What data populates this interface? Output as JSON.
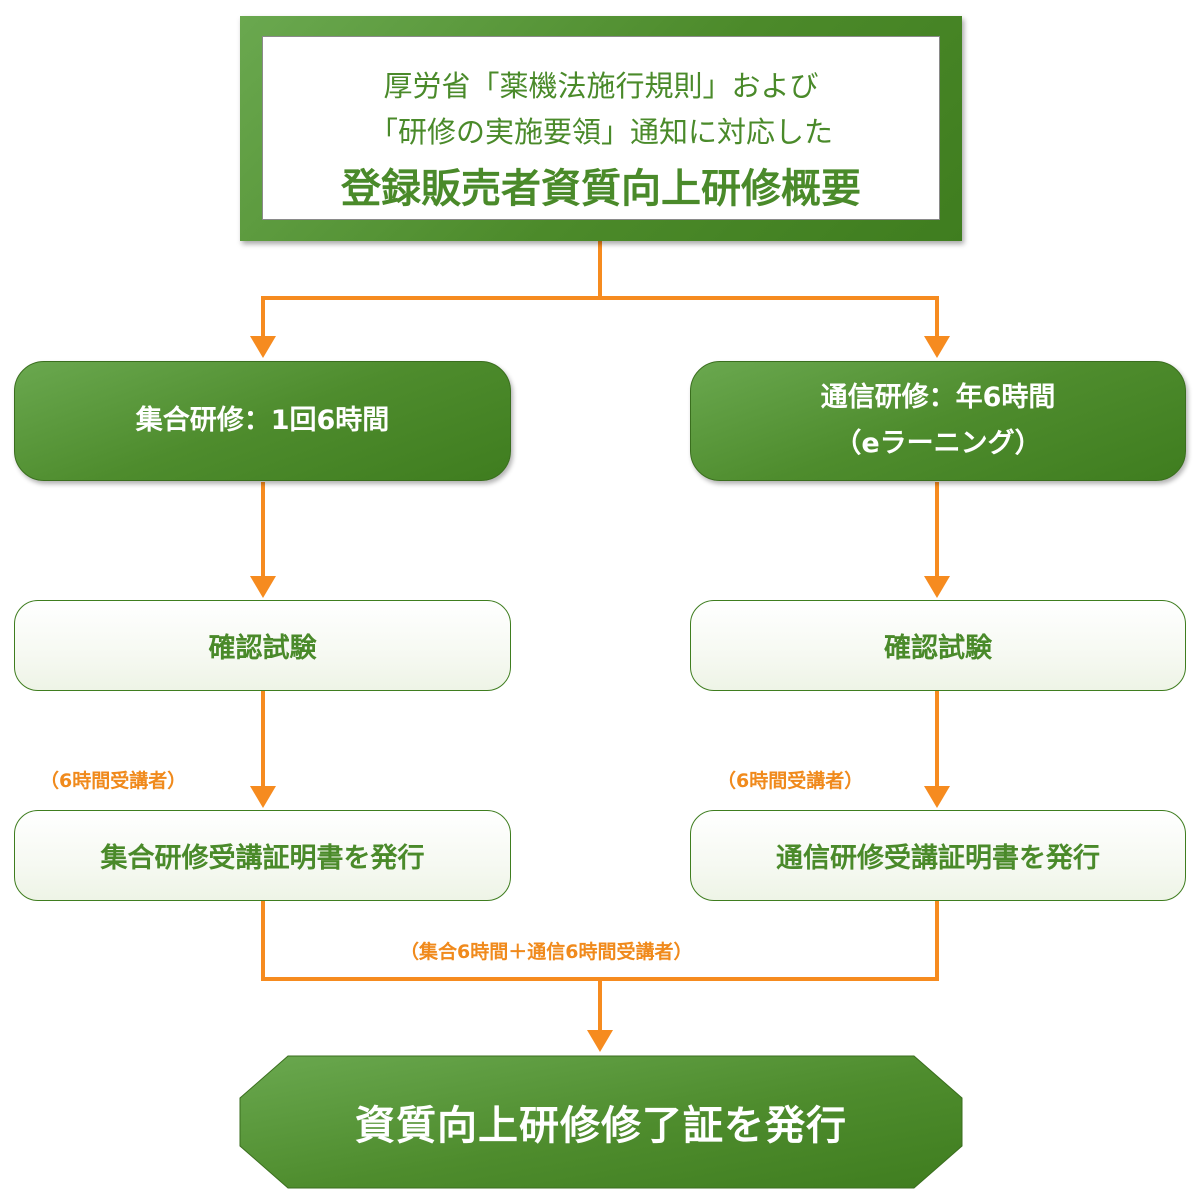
{
  "header": {
    "line1": "厚労省「薬機法施行規則」および",
    "line2": "「研修の実施要領」通知に対応した",
    "title": "登録販売者資質向上研修概要"
  },
  "left": {
    "course_label": "集合研修：1回6時間",
    "exam_label": "確認試験",
    "note": "（6時間受講者）",
    "certificate_label": "集合研修受講証明書を発行"
  },
  "right": {
    "course_label_line1": "通信研修：年6時間",
    "course_label_line2": "（eラーニング）",
    "exam_label": "確認試験",
    "note": "（6時間受講者）",
    "certificate_label": "通信研修受講証明書を発行"
  },
  "merge_note": "（集合6時間＋通信6時間受講者）",
  "final": {
    "label": "資質向上研修修了証を発行"
  },
  "colors": {
    "green_light": "#6aa84f",
    "green_dark": "#3f7d1f",
    "arrow_orange": "#f68b1f",
    "note_orange": "#f08a1c",
    "text_green": "#4a8a2a"
  }
}
